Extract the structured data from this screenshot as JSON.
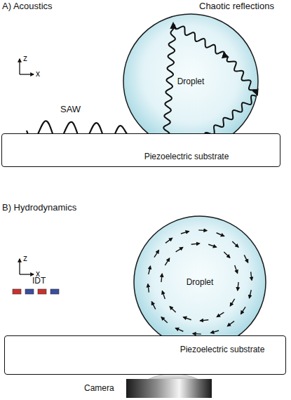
{
  "diagram": {
    "nodes": [
      {
        "text": [
          "Droplet"
        ]
      },
      {
        "text": [
          "Piezoelectric substrate"
        ]
      },
      {
        "text": [
          "Droplet"
        ]
      },
      {
        "text": [
          "Piezoelectric substrate"
        ]
      }
    ],
    "labels": [
      "A) Acoustics",
      "Chaotic reflections",
      "z",
      "x",
      "SAW",
      "B) Hydrodynamics",
      "z",
      "x",
      "IDT",
      "Camera"
    ]
  }
}
